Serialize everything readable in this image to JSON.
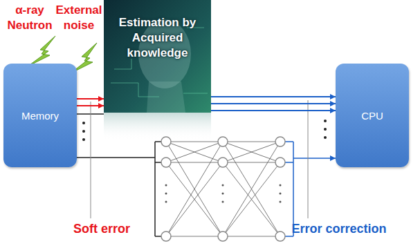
{
  "diagram": {
    "nodes": [
      {
        "text": [
          "Memory"
        ]
      },
      {
        "text": [
          "Estimation by Acquired knowledge"
        ]
      },
      {
        "text": [
          "CPU"
        ]
      }
    ],
    "edges": [
      {
        "from": 0,
        "to": 1,
        "arrow": "to"
      },
      {
        "from": 0,
        "to": 1,
        "arrow": "to"
      },
      {
        "from": 1,
        "to": 2,
        "arrow": "to"
      },
      {
        "from": 1,
        "to": 2,
        "arrow": "to"
      },
      {
        "from": 1,
        "to": 2,
        "arrow": "to"
      }
    ],
    "labels": [
      "α-ray Neutron",
      "External noise",
      "Soft error",
      "Error correction"
    ]
  }
}
